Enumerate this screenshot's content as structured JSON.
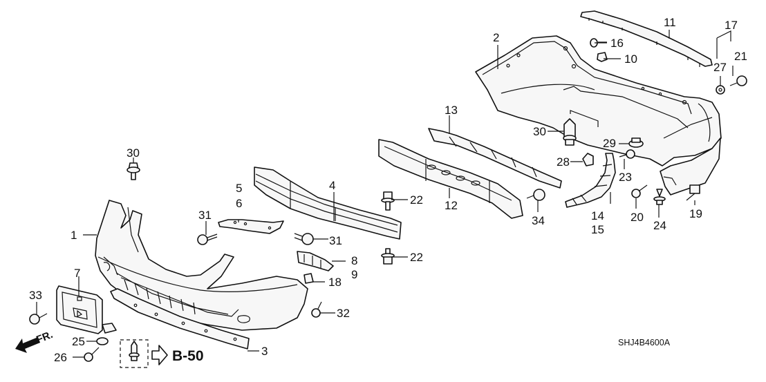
{
  "diagram": {
    "title": "Bumper Parts Diagram",
    "code": "SHJ4B4600A",
    "direction_label": "FR.",
    "reference": "B-50"
  },
  "callouts": [
    {
      "id": "1",
      "label": "1"
    },
    {
      "id": "2",
      "label": "2"
    },
    {
      "id": "3",
      "label": "3"
    },
    {
      "id": "4",
      "label": "4"
    },
    {
      "id": "5",
      "label": "5"
    },
    {
      "id": "6",
      "label": "6"
    },
    {
      "id": "7",
      "label": "7"
    },
    {
      "id": "8",
      "label": "8"
    },
    {
      "id": "9",
      "label": "9"
    },
    {
      "id": "10",
      "label": "10"
    },
    {
      "id": "11",
      "label": "11"
    },
    {
      "id": "12",
      "label": "12"
    },
    {
      "id": "13",
      "label": "13"
    },
    {
      "id": "14",
      "label": "14"
    },
    {
      "id": "15",
      "label": "15"
    },
    {
      "id": "16",
      "label": "16"
    },
    {
      "id": "17",
      "label": "17"
    },
    {
      "id": "18",
      "label": "18"
    },
    {
      "id": "19",
      "label": "19"
    },
    {
      "id": "20",
      "label": "20"
    },
    {
      "id": "21",
      "label": "21"
    },
    {
      "id": "22a",
      "label": "22"
    },
    {
      "id": "22b",
      "label": "22"
    },
    {
      "id": "23",
      "label": "23"
    },
    {
      "id": "24",
      "label": "24"
    },
    {
      "id": "25",
      "label": "25"
    },
    {
      "id": "26",
      "label": "26"
    },
    {
      "id": "27",
      "label": "27"
    },
    {
      "id": "28",
      "label": "28"
    },
    {
      "id": "29",
      "label": "29"
    },
    {
      "id": "30a",
      "label": "30"
    },
    {
      "id": "30b",
      "label": "30"
    },
    {
      "id": "31a",
      "label": "31"
    },
    {
      "id": "31b",
      "label": "31"
    },
    {
      "id": "32",
      "label": "32"
    },
    {
      "id": "33",
      "label": "33"
    },
    {
      "id": "34",
      "label": "34"
    }
  ]
}
